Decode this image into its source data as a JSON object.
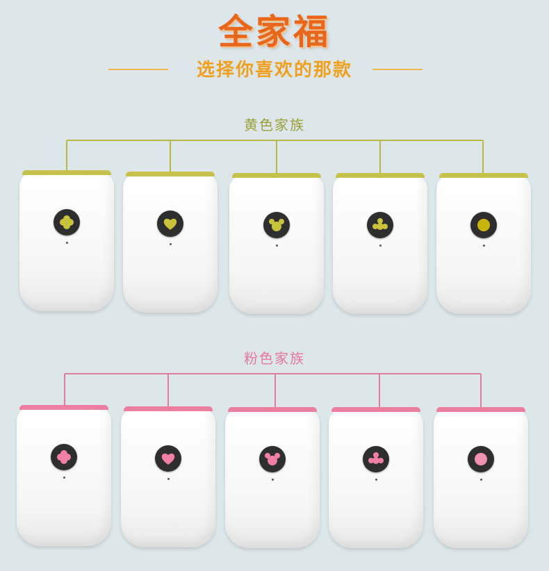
{
  "header": {
    "title": "全家福",
    "subtitle": "选择你喜欢的那款"
  },
  "families": [
    {
      "label": "黄色家族",
      "accent": "#c6c14a",
      "devices": [
        {
          "icon": "cross-icon"
        },
        {
          "icon": "heart-icon"
        },
        {
          "icon": "mouse-face-icon"
        },
        {
          "icon": "flower-icon"
        },
        {
          "icon": "circle-icon"
        }
      ]
    },
    {
      "label": "粉色家族",
      "accent": "#ec7fa0",
      "devices": [
        {
          "icon": "cross-icon"
        },
        {
          "icon": "heart-icon"
        },
        {
          "icon": "mouse-face-icon"
        },
        {
          "icon": "flower-icon"
        },
        {
          "icon": "circle-icon"
        }
      ]
    }
  ],
  "colors": {
    "background": "#dde7ea",
    "title": "#e8671c",
    "subtitle": "#f0a020"
  }
}
